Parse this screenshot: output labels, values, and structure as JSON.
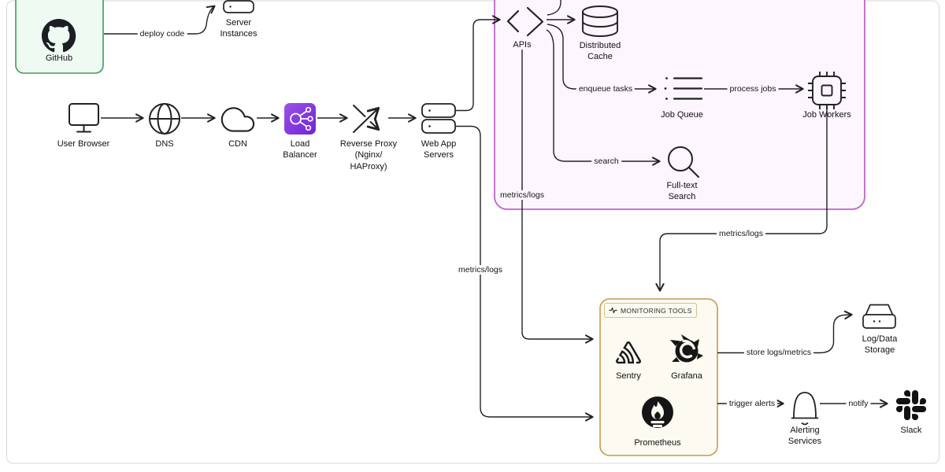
{
  "diagram": {
    "nodes": {
      "github": {
        "label": "GitHub"
      },
      "server_instances": {
        "label": "Server Instances"
      },
      "user_browser": {
        "label": "User Browser"
      },
      "dns": {
        "label": "DNS"
      },
      "cdn": {
        "label": "CDN"
      },
      "load_balancer": {
        "label": "Load Balancer"
      },
      "reverse_proxy": {
        "label": "Reverse Proxy (Nginx/ HAProxy)"
      },
      "web_app_servers": {
        "label": "Web App Servers"
      },
      "apis": {
        "label": "APIs"
      },
      "distributed_cache": {
        "label": "Distributed Cache"
      },
      "job_queue": {
        "label": "Job Queue"
      },
      "job_workers": {
        "label": "Job Workers"
      },
      "full_text_search": {
        "label": "Full-text Search"
      },
      "sentry": {
        "label": "Sentry"
      },
      "grafana": {
        "label": "Grafana"
      },
      "prometheus": {
        "label": "Prometheus"
      },
      "log_data_storage": {
        "label": "Log/Data Storage"
      },
      "alerting_services": {
        "label": "Alerting Services"
      },
      "slack": {
        "label": "Slack"
      }
    },
    "groups": {
      "monitoring_tools": {
        "label": "MONITORING TOOLS"
      }
    },
    "edge_labels": {
      "deploy_code": "deploy code",
      "enqueue_tasks": "enqueue tasks",
      "process_jobs": "process jobs",
      "search": "search",
      "metrics_logs_apis": "metrics/logs",
      "metrics_logs_webapp": "metrics/logs",
      "metrics_logs_workers": "metrics/logs",
      "store_logs_metrics": "store logs/metrics",
      "trigger_alerts": "trigger alerts",
      "notify": "notify"
    },
    "colors": {
      "line": "#222222",
      "canvas_border": "#d8d8d8",
      "github_box_border": "#3d9e57",
      "github_box_fill": "#eefaf2",
      "services_box_border": "#bd64c8",
      "services_box_fill": "#fdf6fe",
      "monitoring_box_border": "#c89a4b",
      "monitoring_box_fill": "#fdfaf1",
      "load_balancer_gradient_start": "#9d52e6",
      "load_balancer_gradient_end": "#6d24d8"
    }
  }
}
